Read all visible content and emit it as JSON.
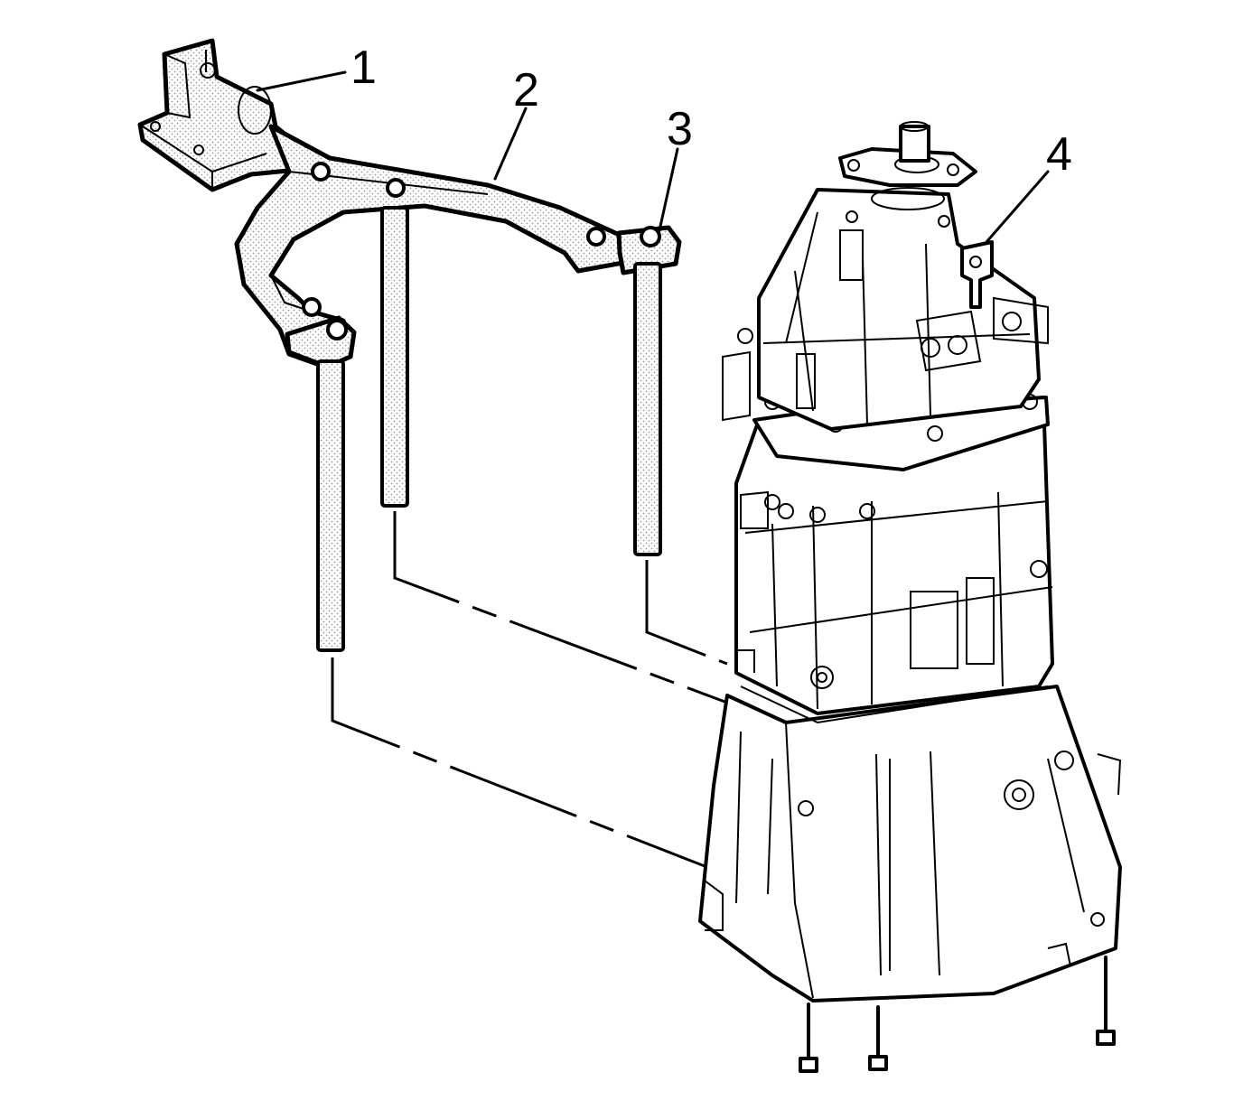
{
  "figure": {
    "callouts": [
      {
        "id": "1",
        "text": "1"
      },
      {
        "id": "2",
        "text": "2"
      },
      {
        "id": "3",
        "text": "3"
      },
      {
        "id": "4",
        "text": "4"
      }
    ],
    "colors": {
      "ink": "#000000",
      "paper": "#ffffff",
      "stipple": "#bdbdbd"
    }
  }
}
